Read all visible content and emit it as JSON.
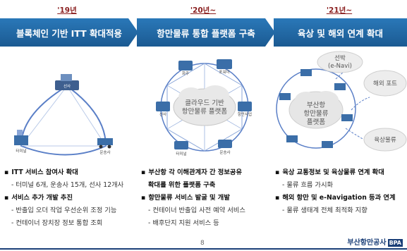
{
  "columns": [
    {
      "year": "'19년",
      "title": "블록체인 기반 ITT 확대적용",
      "diagram_labels": {
        "ship": "선사",
        "terminal": "터미널",
        "trucker": "운송사"
      },
      "bullets": [
        {
          "level": "main",
          "text": "ITT 서비스 참여사 확대"
        },
        {
          "level": "sub",
          "text": "터미널 6개, 운송사 15개, 선사 12개사"
        },
        {
          "level": "main",
          "text": "서비스 추가 개발 추진"
        },
        {
          "level": "sub",
          "text": "반출입 오더 작업 우선순위 조정 기능"
        },
        {
          "level": "sub",
          "text": "컨테이너 장치장 정보 통합 조회"
        }
      ]
    },
    {
      "year": "'20년~",
      "title": "항만물류 통합 플랫폼 구축",
      "cloud_text": [
        "클라우드 기반",
        "항만물류 플랫폼"
      ],
      "diagram_labels": [
        "포워더",
        "항만사업",
        "운송사",
        "터미널",
        "선사",
        "화주"
      ],
      "bullets": [
        {
          "level": "main",
          "text": "부산항 각 이해관계자 간 정보공유"
        },
        {
          "level": "main2",
          "text": "확대를 위한 플랫폼 구축"
        },
        {
          "level": "main",
          "text": "항만물류 서비스 발굴 및 개발"
        },
        {
          "level": "sub",
          "text": "컨테이너 반출입 사전 예약 서비스"
        },
        {
          "level": "sub",
          "text": "배후단지 지원 서비스 등"
        }
      ]
    },
    {
      "year": "'21년~",
      "title": "육상 및 해외 연계 확대",
      "cloud_text": [
        "부산항",
        "항만물류",
        "플랫폼"
      ],
      "outer_clouds": [
        "선박",
        "(e-Navi)",
        "해외 포트",
        "육상물류"
      ],
      "bullets": [
        {
          "level": "main",
          "text": "육상 교통정보 및 육상물류 연계 확대"
        },
        {
          "level": "sub",
          "text": "물류 흐름 가시화"
        },
        {
          "level": "main",
          "text": "해외 항만 및 e-Navigation 등과 연계"
        },
        {
          "level": "sub",
          "text": "물류 생태계 전체 최적화 지향"
        }
      ]
    }
  ],
  "footer": {
    "page": "8",
    "brand": "부산항만공사",
    "logo": "BPA"
  },
  "colors": {
    "header_bar": "#2a78b8",
    "year": "#8a1f1f",
    "brand": "#1b3f78"
  }
}
